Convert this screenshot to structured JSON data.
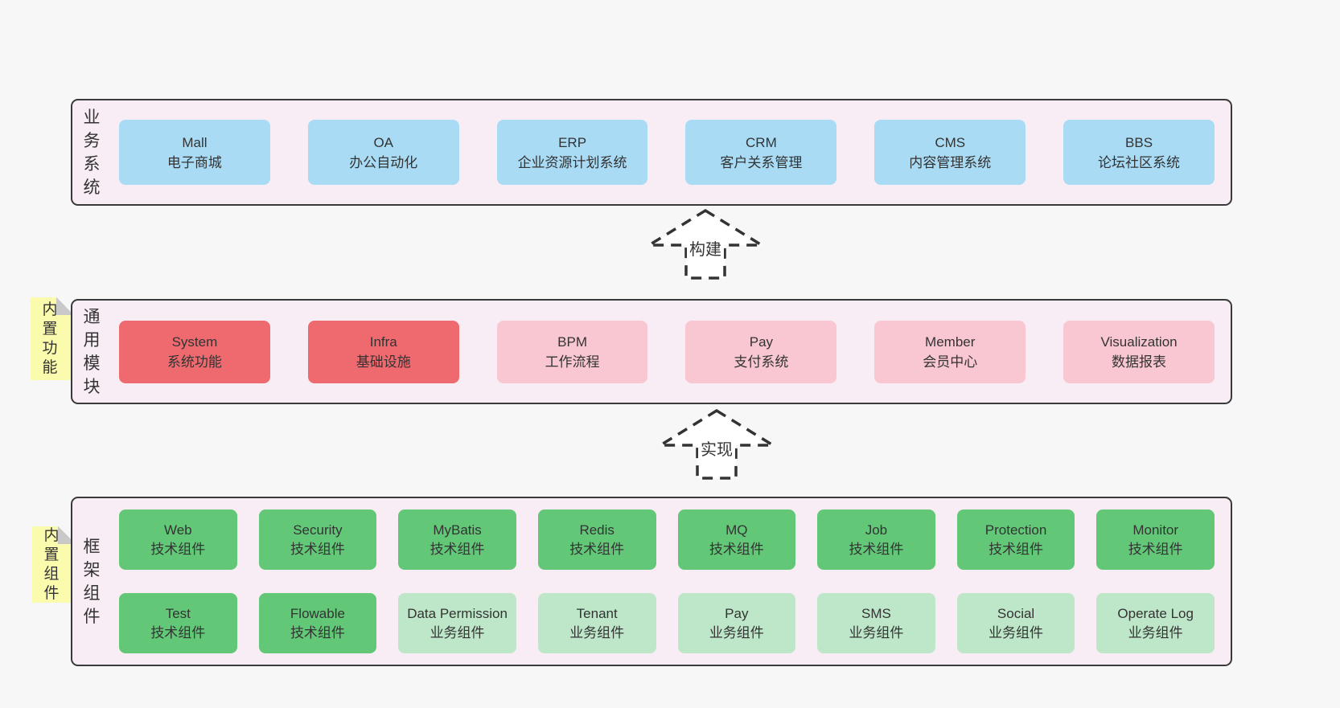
{
  "colors": {
    "page_bg": "#f7f7f7",
    "container_bg": "#f8edf5",
    "container_border": "#3a3a3a",
    "blue_box": "#a9dbf5",
    "red_box": "#ee6a6f",
    "pink_box": "#f9c7d2",
    "green_dark_box": "#62c878",
    "green_light_box": "#bde7c8",
    "note_yellow": "#fbfbae",
    "note_fold_gray": "#c9c9c9",
    "text": "#333333"
  },
  "layers": {
    "business": {
      "label": "业务系统",
      "boxes": [
        {
          "name": "Mall",
          "desc": "电子商城"
        },
        {
          "name": "OA",
          "desc": "办公自动化"
        },
        {
          "name": "ERP",
          "desc": "企业资源计划系统"
        },
        {
          "name": "CRM",
          "desc": "客户关系管理"
        },
        {
          "name": "CMS",
          "desc": "内容管理系统"
        },
        {
          "name": "BBS",
          "desc": "论坛社区系统"
        }
      ]
    },
    "modules": {
      "label": "通用模块",
      "note": "内置功能",
      "boxes": [
        {
          "name": "System",
          "desc": "系统功能",
          "variant": "red"
        },
        {
          "name": "Infra",
          "desc": "基础设施",
          "variant": "red"
        },
        {
          "name": "BPM",
          "desc": "工作流程",
          "variant": "pink"
        },
        {
          "name": "Pay",
          "desc": "支付系统",
          "variant": "pink"
        },
        {
          "name": "Member",
          "desc": "会员中心",
          "variant": "pink"
        },
        {
          "name": "Visualization",
          "desc": "数据报表",
          "variant": "pink"
        }
      ]
    },
    "components": {
      "label": "框架组件",
      "note": "内置组件",
      "row1": [
        {
          "name": "Web",
          "desc": "技术组件",
          "variant": "green-dark"
        },
        {
          "name": "Security",
          "desc": "技术组件",
          "variant": "green-dark"
        },
        {
          "name": "MyBatis",
          "desc": "技术组件",
          "variant": "green-dark"
        },
        {
          "name": "Redis",
          "desc": "技术组件",
          "variant": "green-dark"
        },
        {
          "name": "MQ",
          "desc": "技术组件",
          "variant": "green-dark"
        },
        {
          "name": "Job",
          "desc": "技术组件",
          "variant": "green-dark"
        },
        {
          "name": "Protection",
          "desc": "技术组件",
          "variant": "green-dark"
        },
        {
          "name": "Monitor",
          "desc": "技术组件",
          "variant": "green-dark"
        }
      ],
      "row2": [
        {
          "name": "Test",
          "desc": "技术组件",
          "variant": "green-dark"
        },
        {
          "name": "Flowable",
          "desc": "技术组件",
          "variant": "green-dark"
        },
        {
          "name": "Data Permission",
          "desc": "业务组件",
          "variant": "green-light"
        },
        {
          "name": "Tenant",
          "desc": "业务组件",
          "variant": "green-light"
        },
        {
          "name": "Pay",
          "desc": "业务组件",
          "variant": "green-light"
        },
        {
          "name": "SMS",
          "desc": "业务组件",
          "variant": "green-light"
        },
        {
          "name": "Social",
          "desc": "业务组件",
          "variant": "green-light"
        },
        {
          "name": "Operate Log",
          "desc": "业务组件",
          "variant": "green-light"
        }
      ]
    }
  },
  "arrows": {
    "build": {
      "label": "构建"
    },
    "implement": {
      "label": "实现"
    }
  }
}
